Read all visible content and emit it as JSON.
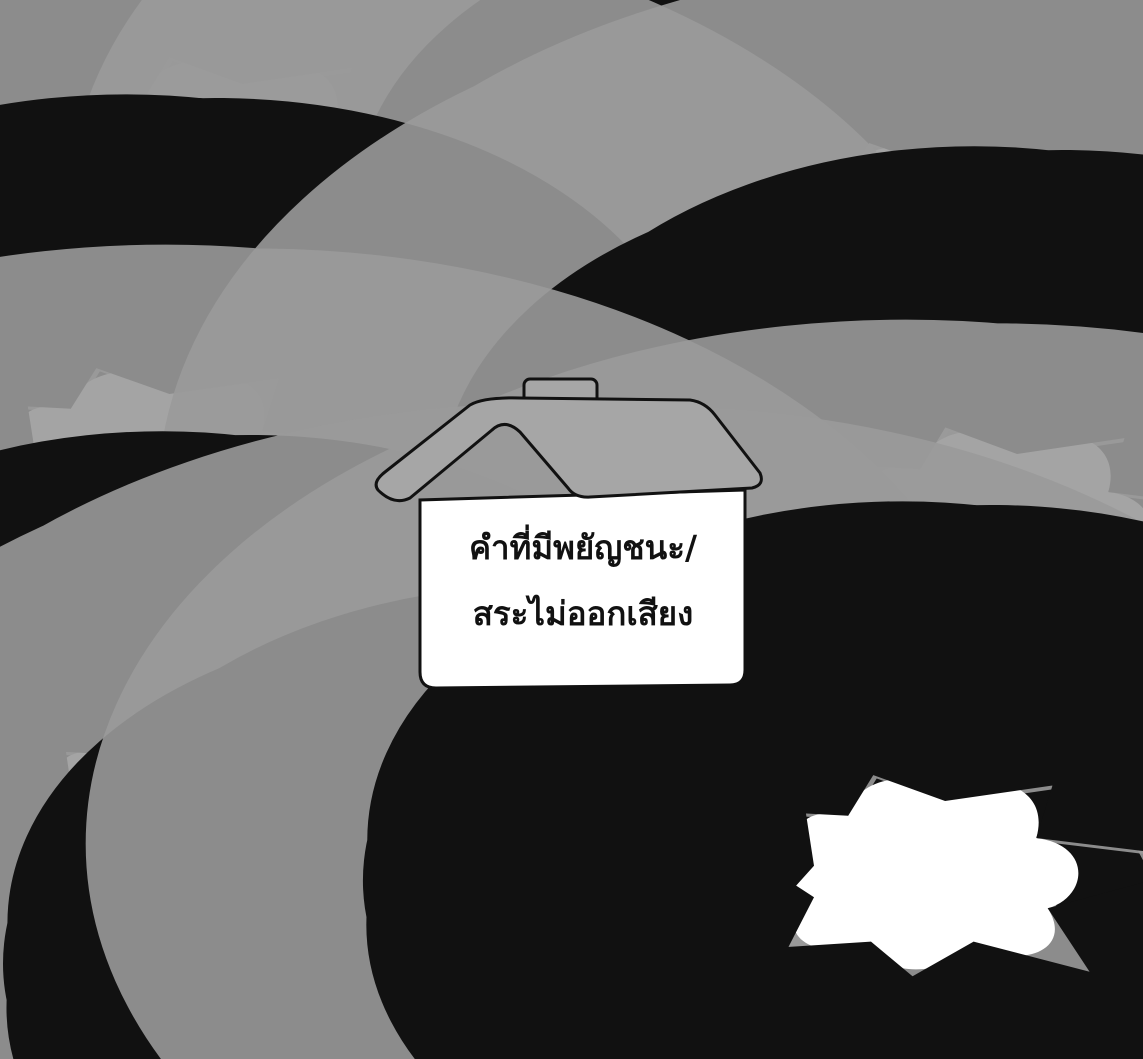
{
  "house": {
    "label_line1": "คำที่มีพยัญชนะ/",
    "label_line2": "สระไม่ออกเสียง"
  },
  "colors": {
    "roof": "#a6a6a6",
    "outline": "#111111",
    "cloud_fill": "#ffffff"
  },
  "clouds": [
    {
      "name": "answer-cloud-top",
      "text": ""
    },
    {
      "name": "answer-cloud-top-left",
      "text": ""
    },
    {
      "name": "answer-cloud-top-right",
      "text": ""
    },
    {
      "name": "answer-cloud-left",
      "text": ""
    },
    {
      "name": "answer-cloud-right",
      "text": ""
    },
    {
      "name": "answer-cloud-bottom-left",
      "text": ""
    },
    {
      "name": "answer-cloud-bottom",
      "text": ""
    },
    {
      "name": "answer-cloud-bottom-right",
      "text": ""
    }
  ]
}
